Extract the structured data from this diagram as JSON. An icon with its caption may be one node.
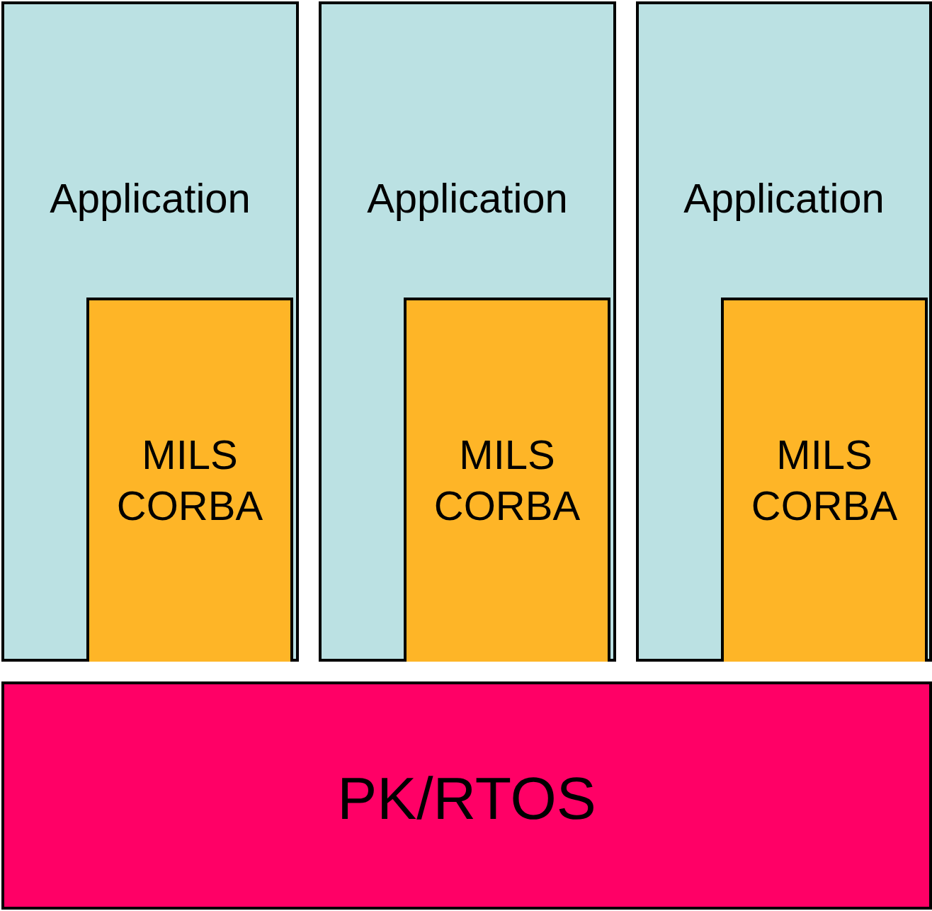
{
  "diagram": {
    "nodes": [
      {
        "text": [
          "Application"
        ]
      },
      {
        "text": [
          "MILS CORBA"
        ],
        "in": 0
      },
      {
        "text": [
          "Application"
        ]
      },
      {
        "text": [
          "MILS CORBA"
        ],
        "in": 2
      },
      {
        "text": [
          "Application"
        ]
      },
      {
        "text": [
          "MILS CORBA"
        ],
        "in": 4
      },
      {
        "text": [
          "PK/RTOS"
        ]
      }
    ],
    "edges": []
  }
}
